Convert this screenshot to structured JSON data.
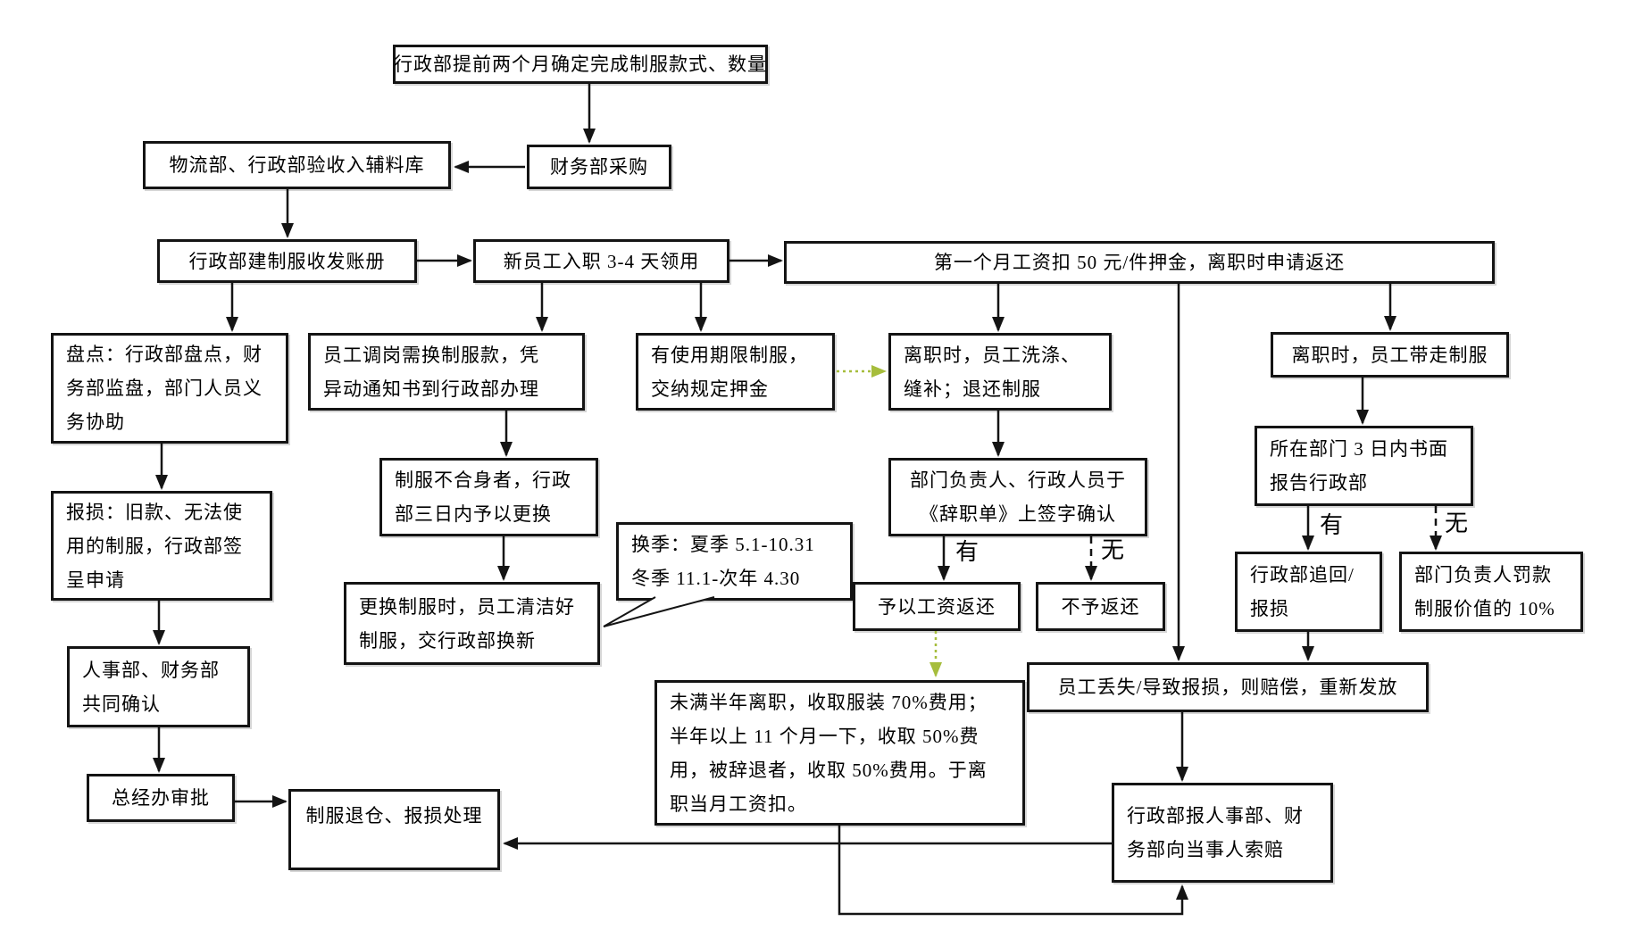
{
  "boxes": {
    "b1": {
      "lines": [
        "行政部提前两个月确定完成制服款式、数量"
      ]
    },
    "b2": {
      "lines": [
        "物流部、行政部验收入辅料库"
      ]
    },
    "b3": {
      "lines": [
        "财务部采购"
      ]
    },
    "b4": {
      "lines": [
        "行政部建制服收发账册"
      ]
    },
    "b5": {
      "lines": [
        "新员工入职 3-4 天领用"
      ]
    },
    "b6": {
      "lines": [
        "第一个月工资扣 50 元/件押金，离职时申请返还"
      ]
    },
    "b7": {
      "lines": [
        "盘点：行政部盘点，财",
        "务部监盘，部门人员义",
        "务协助"
      ]
    },
    "b8": {
      "lines": [
        "报损：旧款、无法使",
        "用的制服，行政部签",
        "呈申请"
      ]
    },
    "b9": {
      "lines": [
        "人事部、财务部",
        "共同确认"
      ]
    },
    "b10": {
      "lines": [
        "总经办审批"
      ]
    },
    "b11": {
      "lines": [
        "制服退仓、报损处理"
      ]
    },
    "b12": {
      "lines": [
        "员工调岗需换制服款，凭",
        "异动通知书到行政部办理"
      ]
    },
    "b13": {
      "lines": [
        "制服不合身者，行政",
        "部三日内予以更换"
      ]
    },
    "b14": {
      "lines": [
        "更换制服时，员工清洁好",
        "制服，交行政部换新"
      ]
    },
    "c1": {
      "lines": [
        "换季：夏季 5.1-10.31",
        "冬季 11.1-次年 4.30"
      ]
    },
    "b15": {
      "lines": [
        "有使用期限制服，",
        "交纳规定押金"
      ]
    },
    "b16": {
      "lines": [
        "离职时，员工洗涤、",
        "缝补；退还制服"
      ]
    },
    "b17": {
      "lines": [
        "部门负责人、行政人员于",
        "《辞职单》上签字确认"
      ]
    },
    "b18": {
      "lines": [
        "予以工资返还"
      ]
    },
    "b19": {
      "lines": [
        "不予返还"
      ]
    },
    "b20": {
      "lines": [
        "未满半年离职，收取服装 70%费用；",
        "半年以上 11 个月一下，收取 50%费",
        "用，被辞退者，收取 50%费用。于离",
        "职当月工资扣。"
      ]
    },
    "b21": {
      "lines": [
        "员工丢失/导致报损，则赔偿，重新发放"
      ]
    },
    "b22": {
      "lines": [
        "行政部追回/",
        "报损"
      ]
    },
    "b23": {
      "lines": [
        "部门负责人罚款",
        "制服价值的 10%"
      ]
    },
    "b24": {
      "lines": [
        "离职时，员工带走制服"
      ]
    },
    "b25": {
      "lines": [
        "所在部门 3 日内书面",
        "报告行政部"
      ]
    },
    "b26": {
      "lines": [
        "行政部报人事部、财",
        "务部向当事人索赔"
      ]
    }
  },
  "labels": {
    "yes1": "有",
    "no1": "无",
    "yes2": "有",
    "no2": "无"
  },
  "colors": {
    "line": "#141414",
    "green_arrow": "#a6bd3c",
    "box_background": "#ffffff"
  }
}
